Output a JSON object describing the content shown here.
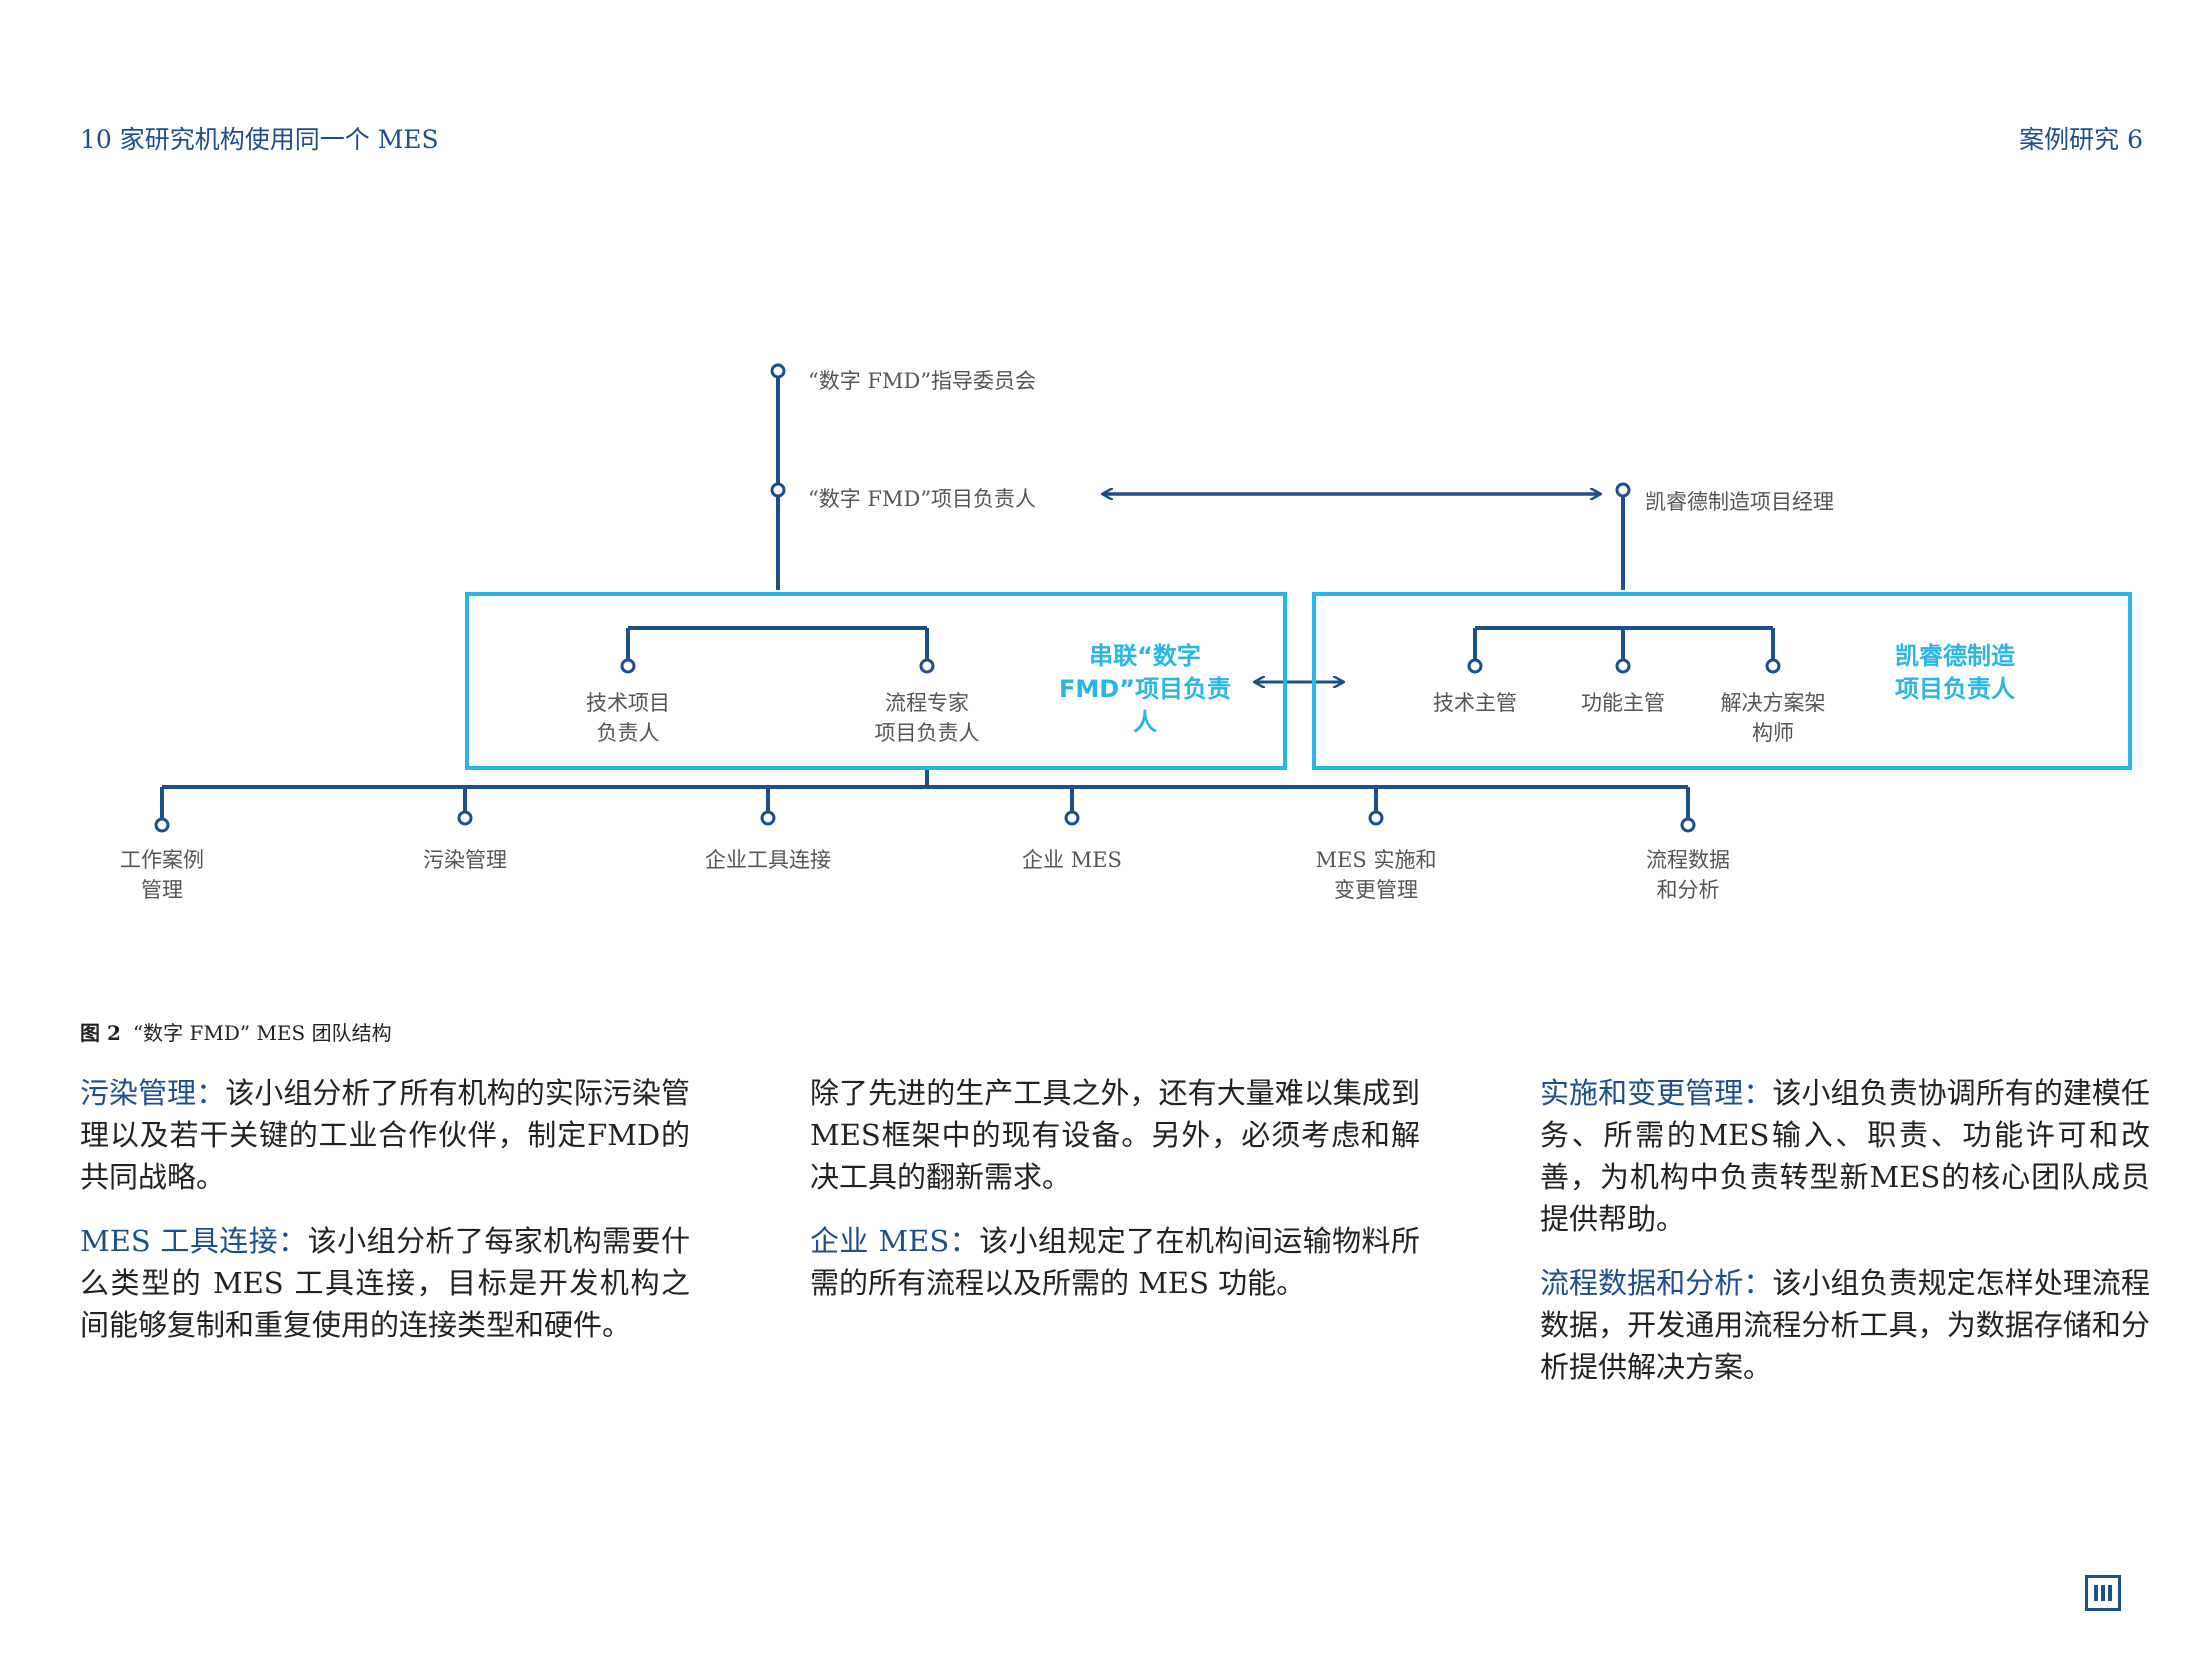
{
  "header": {
    "left": "10 家研究机构使用同一个 MES",
    "right": "案例研究 6"
  },
  "diagram": {
    "steering_committee": "“数字 FMD”指导委员会",
    "fmd_project_lead": "“数字 FMD”项目负责人",
    "kaiser_pm": "凯睿德制造项目经理",
    "left_box": {
      "tech_lead": "技术项目\n负责人",
      "process_expert": "流程专家\n项目负责人",
      "liaison": "串联“数字\nFMD”项目负责\n人"
    },
    "right_box": {
      "tech_manager": "技术主管",
      "func_manager": "功能主管",
      "architect": "解决方案架\n构师",
      "kaiser_lead": "凯睿德制造\n项目负责人"
    },
    "subgroups": [
      "工作案例\n管理",
      "污染管理",
      "企业工具连接",
      "企业 MES",
      "MES 实施和\n变更管理",
      "流程数据\n和分析"
    ],
    "colors": {
      "line": "#1d4f8c",
      "box": "#29b6e6"
    }
  },
  "caption": {
    "fig": "图 2",
    "text": "“数字 FMD” MES 团队结构"
  },
  "columns": [
    [
      {
        "term": "污染管理：",
        "text": "该小组分析了所有机构的实际污染管理以及若干关键的工业合作伙伴，制定FMD的共同战略。"
      },
      {
        "term": "MES 工具连接：",
        "text": "该小组分析了每家机构需要什么类型的 MES 工具连接，目标是开发机构之间能够复制和重复使用的连接类型和硬件。"
      }
    ],
    [
      {
        "term": "",
        "text": "除了先进的生产工具之外，还有大量难以集成到MES框架中的现有设备。另外，必须考虑和解决工具的翻新需求。"
      },
      {
        "term": "企业 MES：",
        "text": "该小组规定了在机构间运输物料所需的所有流程以及所需的 MES 功能。"
      }
    ],
    [
      {
        "term": "实施和变更管理：",
        "text": "该小组负责协调所有的建模任务、所需的MES输入、职责、功能许可和改善，为机构中负责转型新MES的核心团队成员提供帮助。"
      },
      {
        "term": "流程数据和分析：",
        "text": "该小组负责规定怎样处理流程数据，开发通用流程分析工具，为数据存储和分析提供解决方案。"
      }
    ]
  ]
}
